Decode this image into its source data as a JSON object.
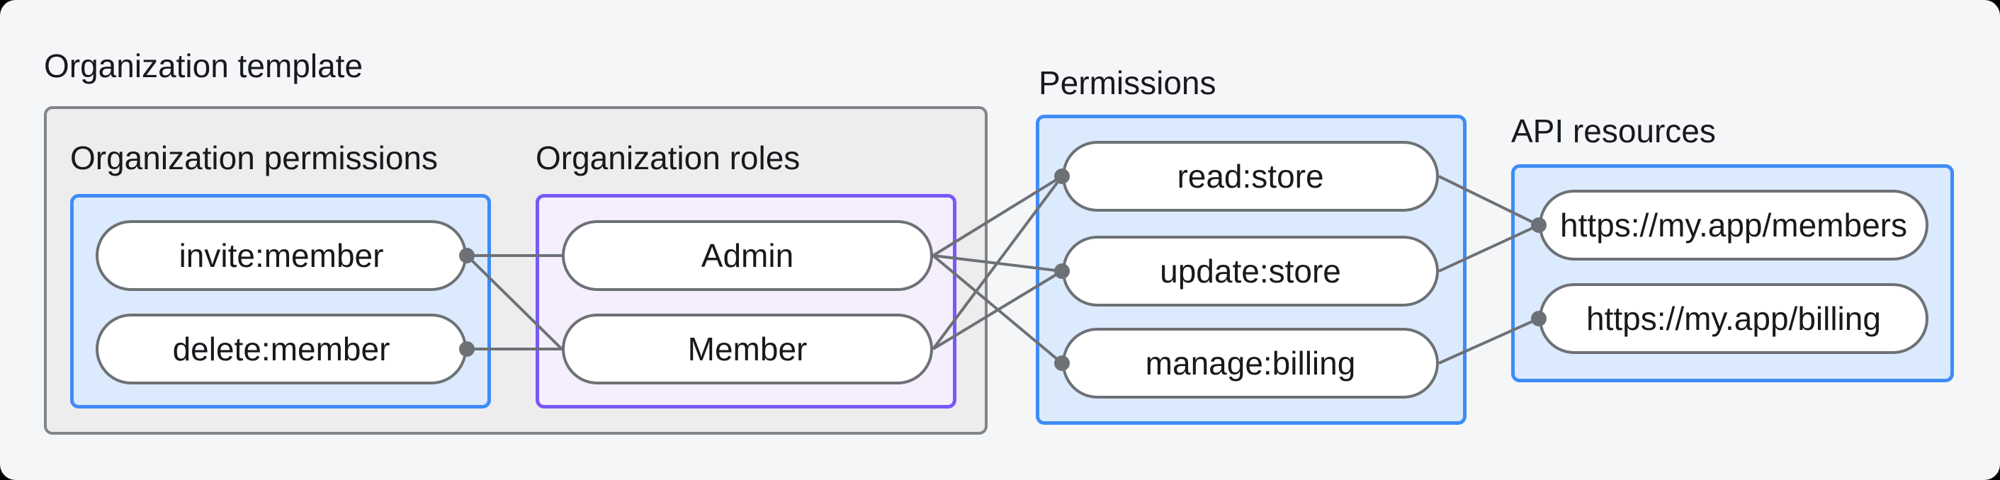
{
  "diagram_title": "Organization RBAC mapping diagram",
  "colors": {
    "page_background": "#F5F6F7",
    "corner_outside": "#000000",
    "gray_panel_fill": "#EDEDEE",
    "gray_panel_border": "#818488",
    "blue_panel_fill": "#DBEAFC",
    "blue_panel_border": "#3F8BF7",
    "purple_panel_fill": "#F4EEFD",
    "purple_panel_border": "#7958F9",
    "node_fill": "#FFFFFF",
    "node_border": "#6D7175",
    "connector": "#6D7175",
    "text": "#17191C"
  },
  "template_group": {
    "label": "Organization template",
    "permissions_panel": {
      "heading": "Organization permissions",
      "items": [
        "invite:member",
        "delete:member"
      ]
    },
    "roles_panel": {
      "heading": "Organization roles",
      "items": [
        "Admin",
        "Member"
      ]
    }
  },
  "permissions_panel": {
    "heading": "Permissions",
    "items": [
      "read:store",
      "update:store",
      "manage:billing"
    ]
  },
  "api_resources_panel": {
    "heading": "API resources",
    "items": [
      "https://my.app/members",
      "https://my.app/billing"
    ]
  },
  "edges": [
    {
      "from": "invite:member",
      "to": "Admin"
    },
    {
      "from": "invite:member",
      "to": "Member"
    },
    {
      "from": "delete:member",
      "to": "Member"
    },
    {
      "from": "Admin",
      "to": "read:store"
    },
    {
      "from": "Admin",
      "to": "update:store"
    },
    {
      "from": "Admin",
      "to": "manage:billing"
    },
    {
      "from": "Member",
      "to": "read:store"
    },
    {
      "from": "Member",
      "to": "update:store"
    },
    {
      "from": "read:store",
      "to": "https://my.app/members"
    },
    {
      "from": "update:store",
      "to": "https://my.app/members"
    },
    {
      "from": "manage:billing",
      "to": "https://my.app/billing"
    }
  ]
}
